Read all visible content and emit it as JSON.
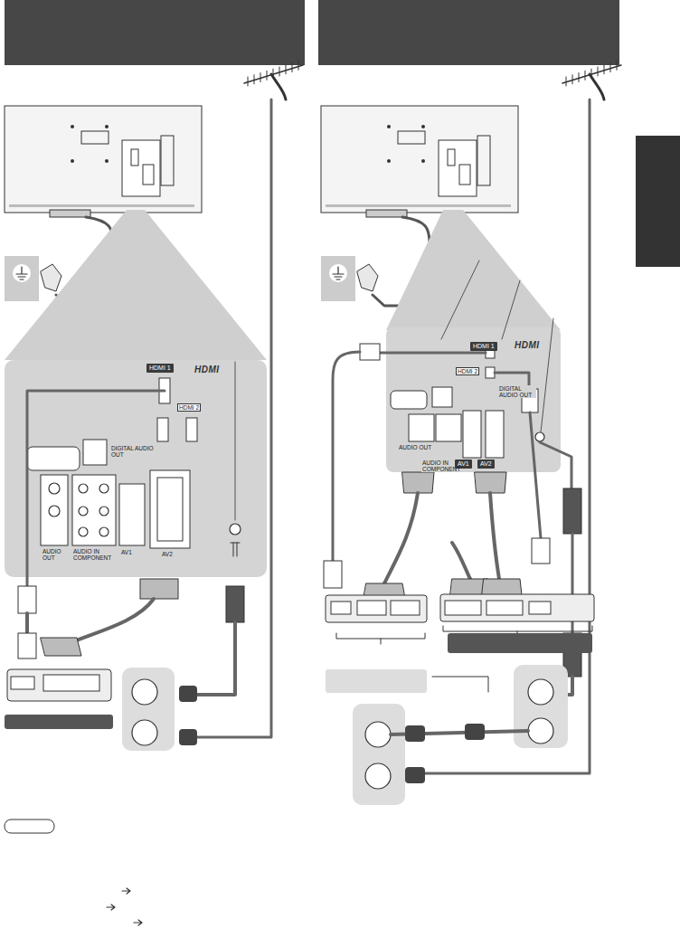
{
  "diagram": {
    "nodes": [
      {
        "text": [
          "HDMI 1"
        ]
      },
      {
        "text": [
          "HDMI 1"
        ]
      },
      {
        "text": [
          "AV1"
        ]
      },
      {
        "text": [
          "AV2"
        ]
      }
    ],
    "labels": [
      "HDMI",
      "HDMI 2",
      "DIGITAL AUDIO OUT",
      "AUDIO OUT",
      "AUDIO IN COMPONENT",
      "AV1",
      "AV2",
      "HDMI",
      "HDMI 2",
      "DIGITAL AUDIO OUT",
      "AUDIO OUT",
      "AUDIO IN COMPONENT"
    ]
  }
}
